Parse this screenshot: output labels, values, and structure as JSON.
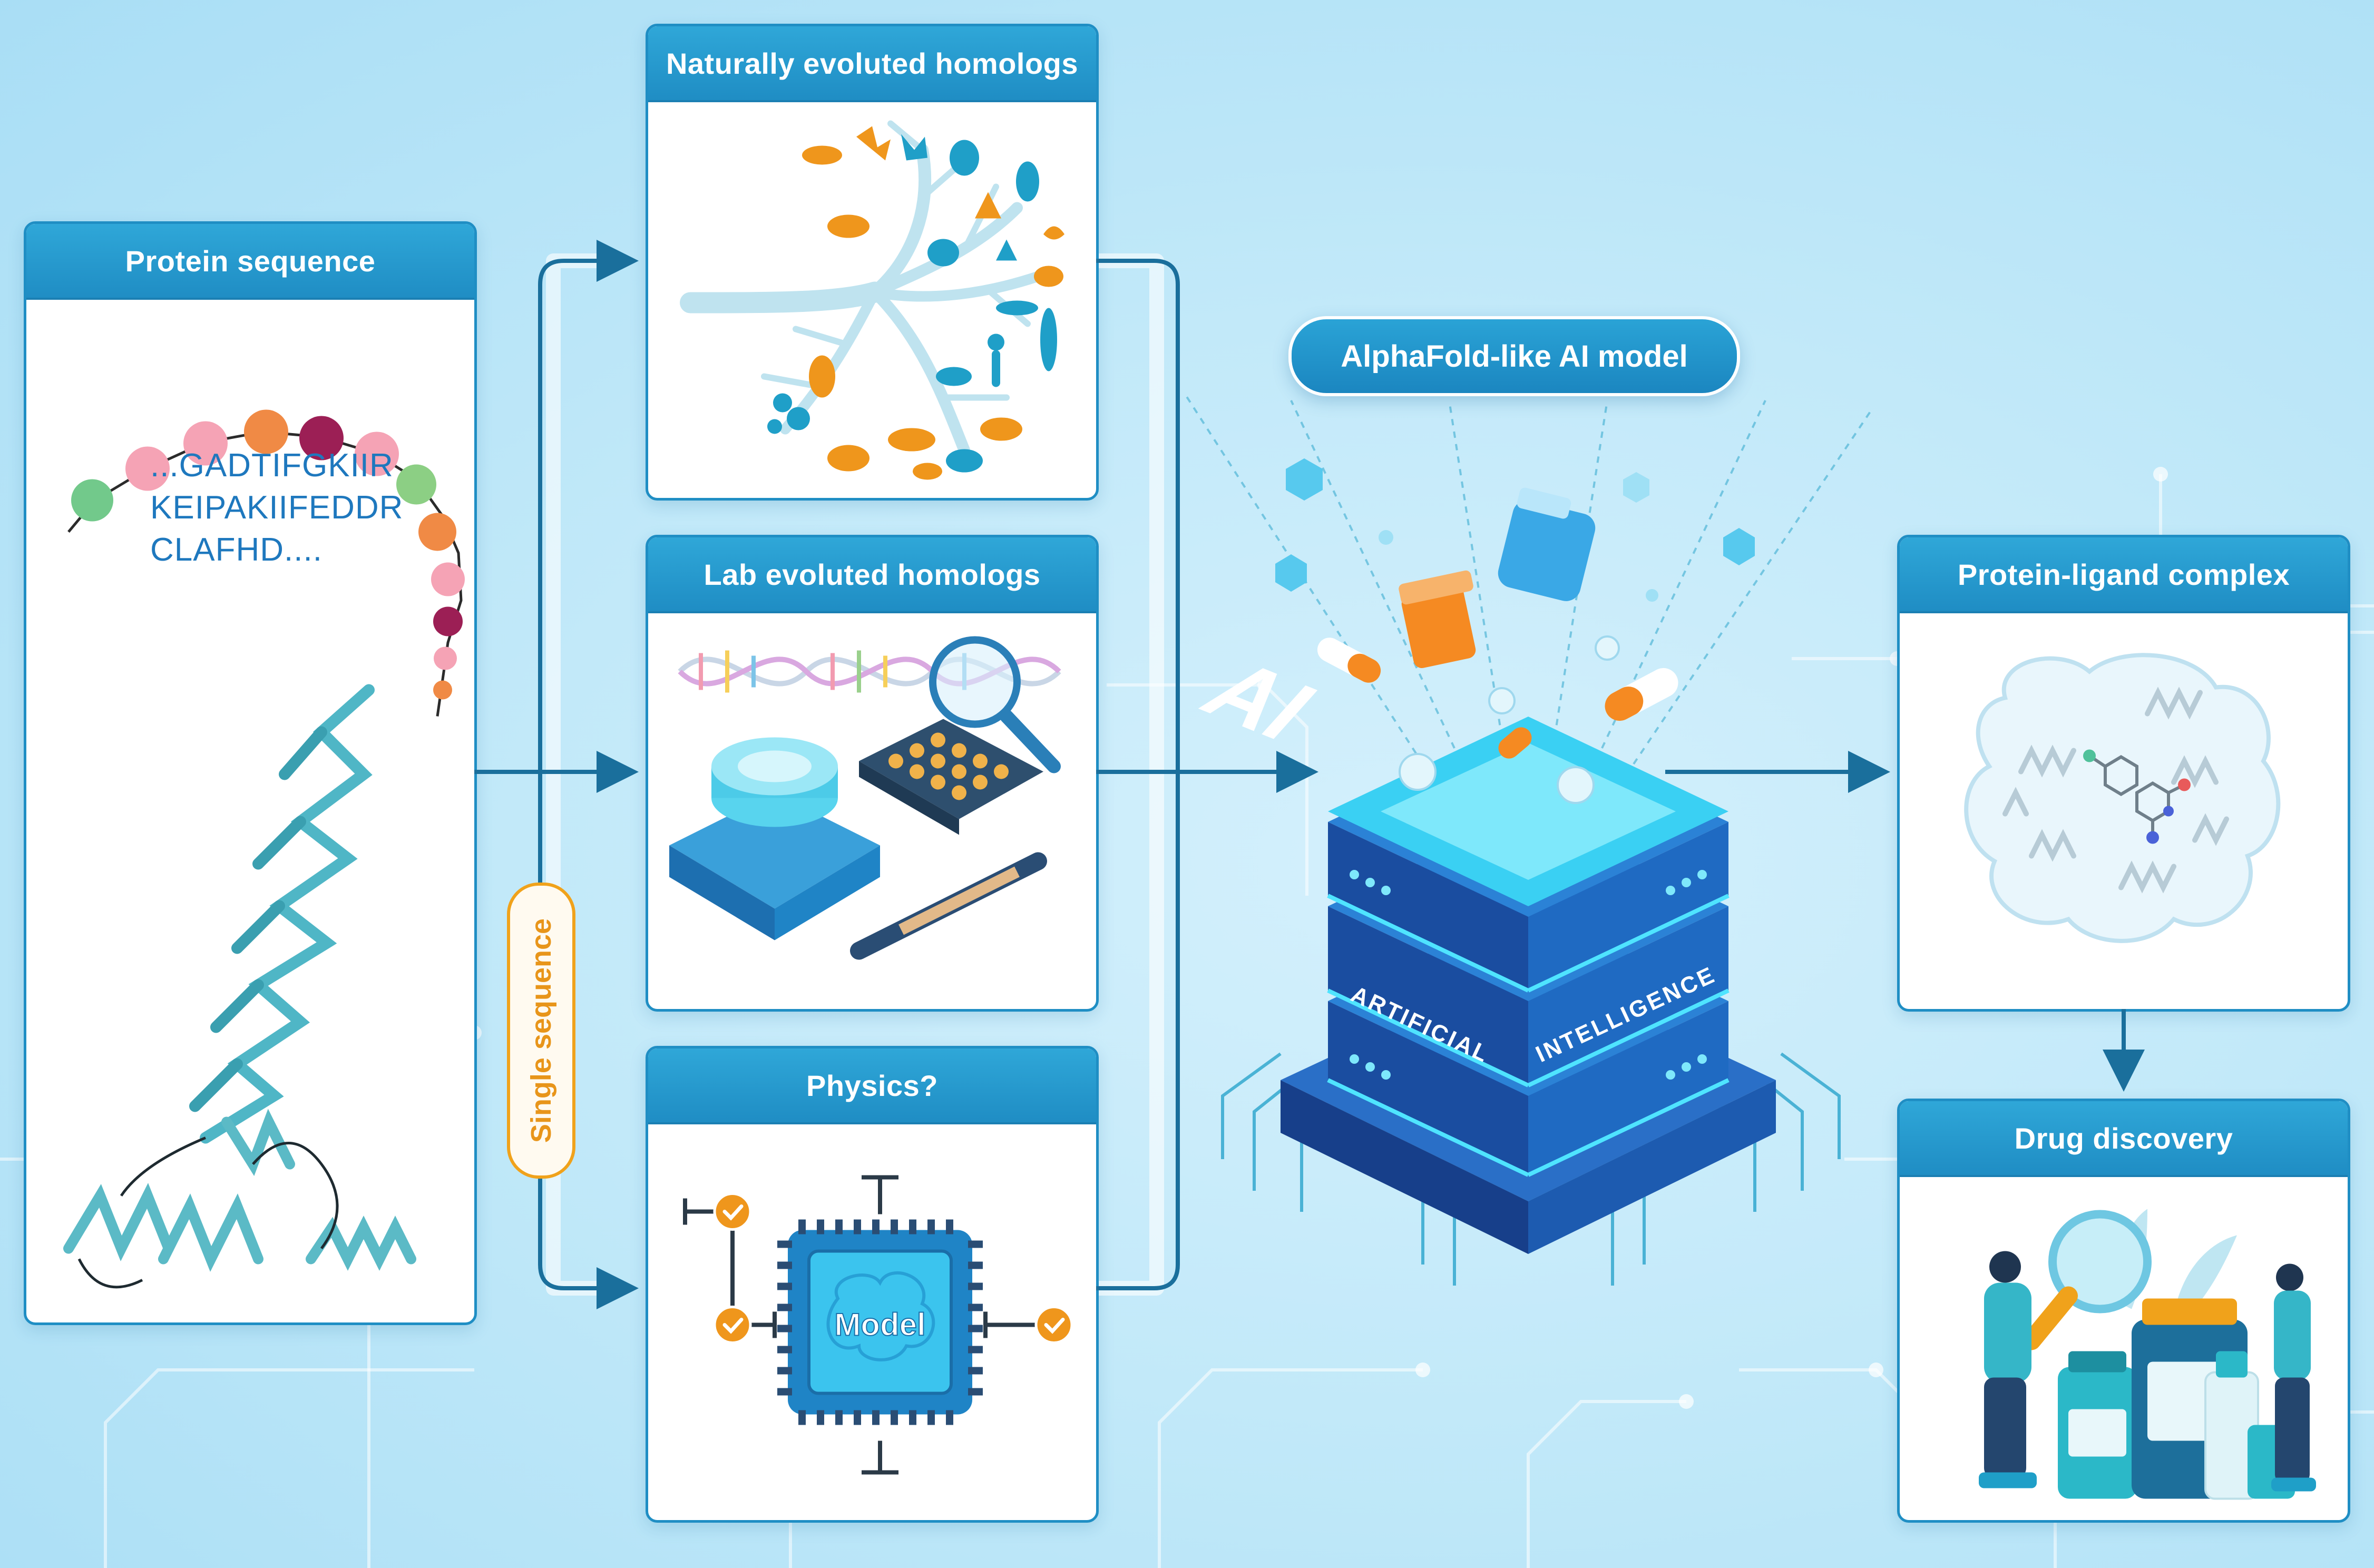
{
  "panels": {
    "protein_sequence": {
      "title": "Protein sequence",
      "sequence_lines": [
        "...GADTIFGKIIR",
        "KEIPAKIIFEDDR",
        "CLAFHD...."
      ]
    },
    "natural_homologs": {
      "title": "Naturally evoluted homologs"
    },
    "lab_homologs": {
      "title": "Lab evoluted homologs"
    },
    "physics": {
      "title": "Physics?",
      "chip_label": "Model"
    },
    "complex": {
      "title": "Protein-ligand complex"
    },
    "drug": {
      "title": "Drug discovery"
    }
  },
  "labels": {
    "single_sequence": "Single sequence",
    "ai_model": "AlphaFold-like AI model",
    "ai_top": "AI",
    "ai_side_left": "ARTIFICIAL",
    "ai_side_right": "INTELLIGENCE"
  },
  "colors": {
    "panel_blue": "#1f8ec4",
    "arrow": "#1a6f9c",
    "accent_orange": "#f0a21b",
    "icon_teal": "#1f9fc8",
    "icon_orange": "#ef961c"
  }
}
